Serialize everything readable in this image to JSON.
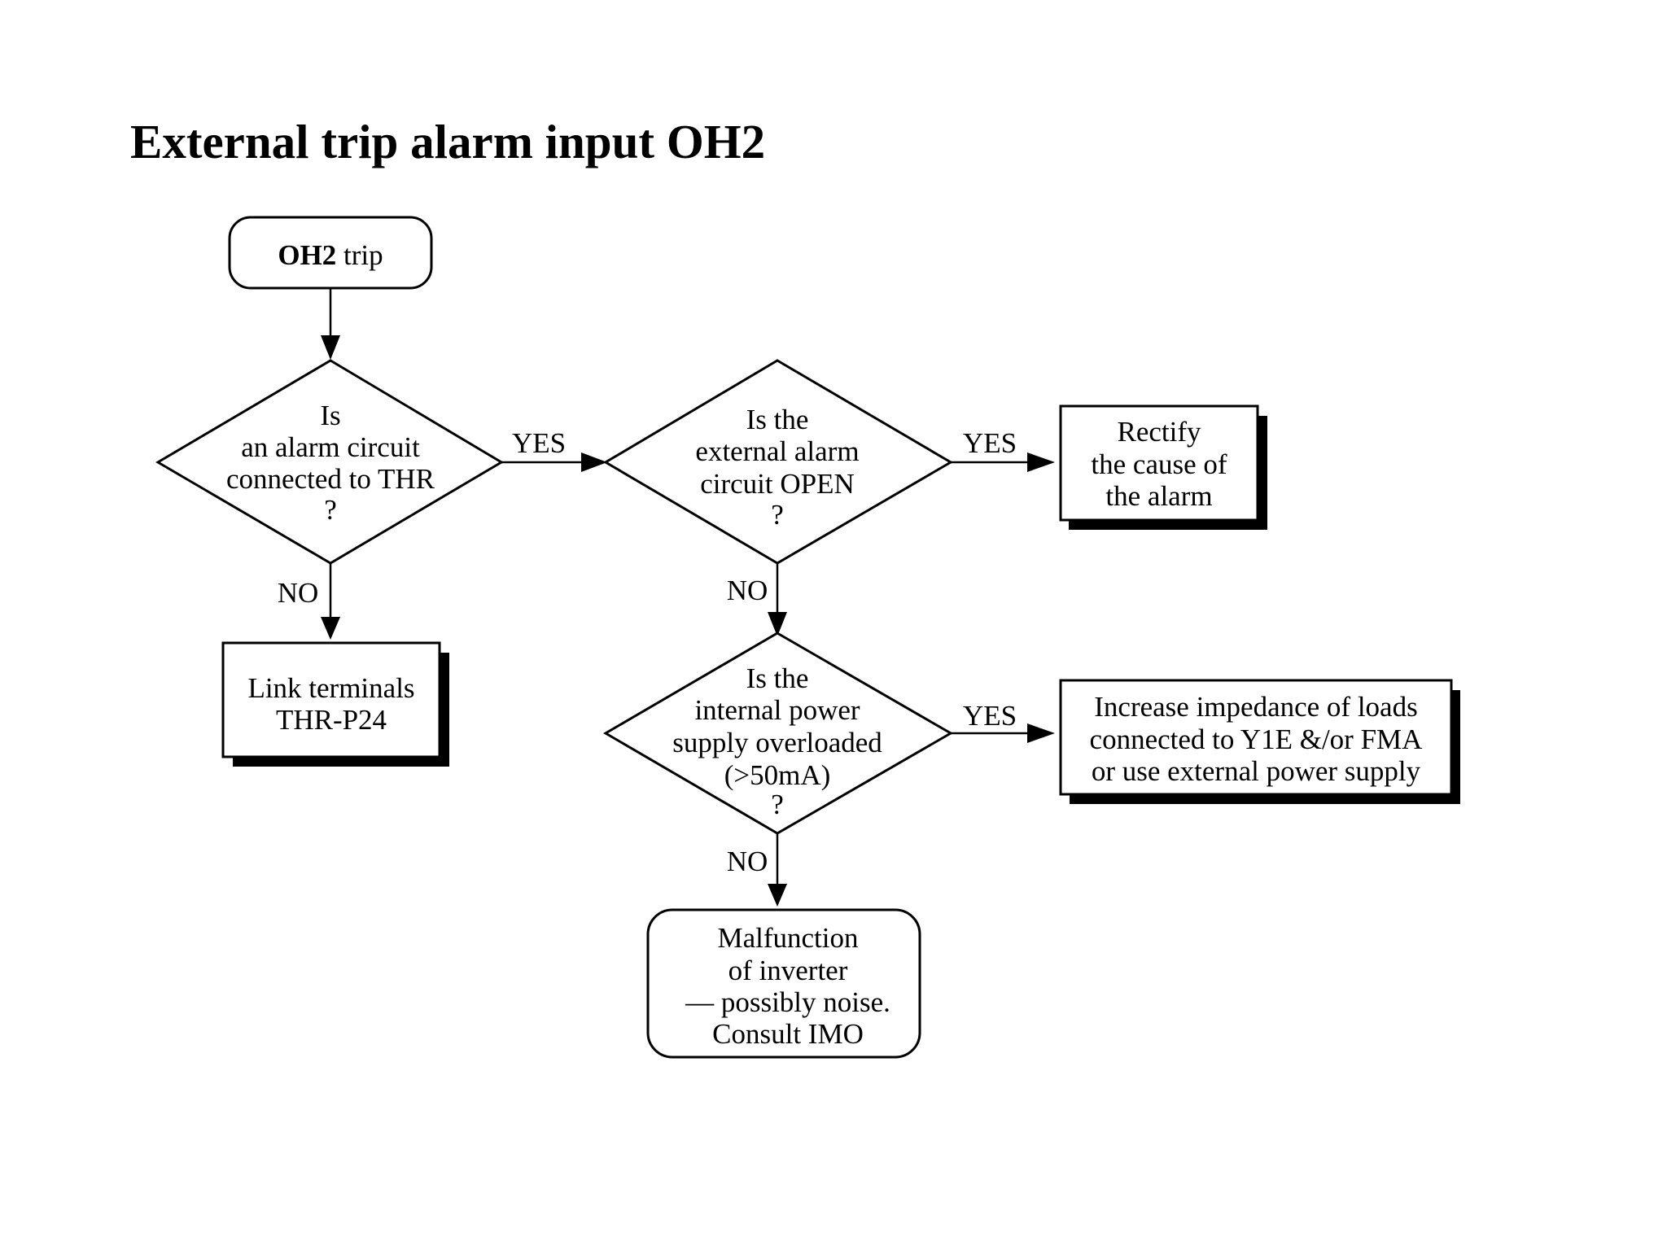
{
  "title": "External trip alarm input OH2",
  "start": {
    "bold_text": "OH2",
    "text": " trip"
  },
  "decision_thr": {
    "lines": [
      "Is",
      "an alarm circuit",
      "connected to THR",
      "?"
    ]
  },
  "decision_open": {
    "lines": [
      "Is the",
      "external alarm",
      "circuit OPEN",
      "?"
    ]
  },
  "decision_overload": {
    "lines": [
      "Is the",
      "internal power",
      "supply overloaded",
      "(>50mA)",
      "?"
    ]
  },
  "action_link": {
    "lines": [
      "Link terminals",
      "THR-P24"
    ]
  },
  "action_rectify": {
    "lines": [
      "Rectify",
      "the cause of",
      "the alarm"
    ]
  },
  "action_impedance": {
    "lines": [
      "Increase impedance of loads",
      "connected to Y1E &/or FMA",
      "or use external power supply"
    ]
  },
  "end_malfunction": {
    "lines": [
      "Malfunction",
      "of inverter",
      "— possibly noise.",
      "Consult IMO"
    ]
  },
  "edge_labels": {
    "thr_yes": "YES",
    "thr_no": "NO",
    "open_yes": "YES",
    "open_no": "NO",
    "overload_yes": "YES",
    "overload_no": "NO"
  }
}
